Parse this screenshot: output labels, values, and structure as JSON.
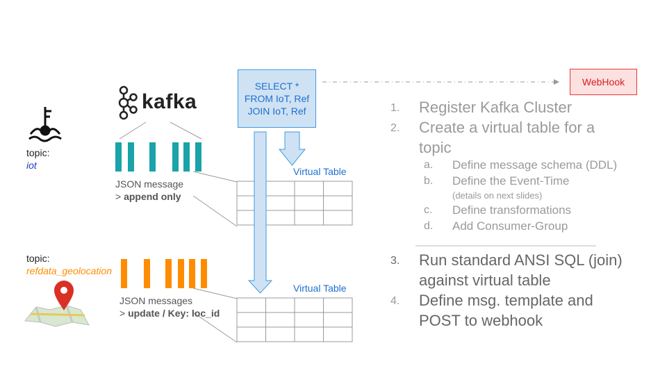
{
  "source_iot": {
    "topic_label": "topic:",
    "topic_name": "iot",
    "topic_color": "#1e3fb5"
  },
  "source_geo": {
    "topic_label": "topic:",
    "topic_name": "refdata_geolocation",
    "topic_color": "#ff8c00"
  },
  "kafka": {
    "logo_text": "kafka",
    "bar_color_iot": "#1aa3a8",
    "bar_color_geo": "#ff8c00"
  },
  "stream_iot": {
    "label_line1": "JSON message",
    "label_prefix": "> ",
    "label_bold": "append only"
  },
  "stream_geo": {
    "label_line1": "JSON messages",
    "label_prefix": "> ",
    "label_bold": "update / Key: loc_id"
  },
  "sql_query": {
    "line1": "SELECT *",
    "line2": "FROM IoT, Ref",
    "line3": "JOIN IoT, Ref"
  },
  "virtual_tables": {
    "label_top": "Virtual Table",
    "label_bottom": "Virtual Table"
  },
  "webhook": {
    "label": "WebHook"
  },
  "steps": [
    {
      "num": "1.",
      "text_lines": [
        "Register Kafka Cluster"
      ]
    },
    {
      "num": "2.",
      "text_lines": [
        "Create a virtual table for a",
        "topic"
      ],
      "sub": [
        {
          "num": "a.",
          "text": "Define message schema (DDL)",
          "note": ""
        },
        {
          "num": "b.",
          "text": "Define the Event-Time",
          "note": "(details on next slides)"
        },
        {
          "num": "c.",
          "text": "Define transformations",
          "note": ""
        },
        {
          "num": "d.",
          "text": "Add Consumer-Group",
          "note": ""
        }
      ]
    },
    {
      "num": "3.",
      "text_lines": [
        "Run standard ANSI SQL (join)",
        "against virtual table"
      ]
    },
    {
      "num": "4.",
      "text_lines": [
        "Define msg. template and",
        "POST to webhook"
      ]
    }
  ]
}
